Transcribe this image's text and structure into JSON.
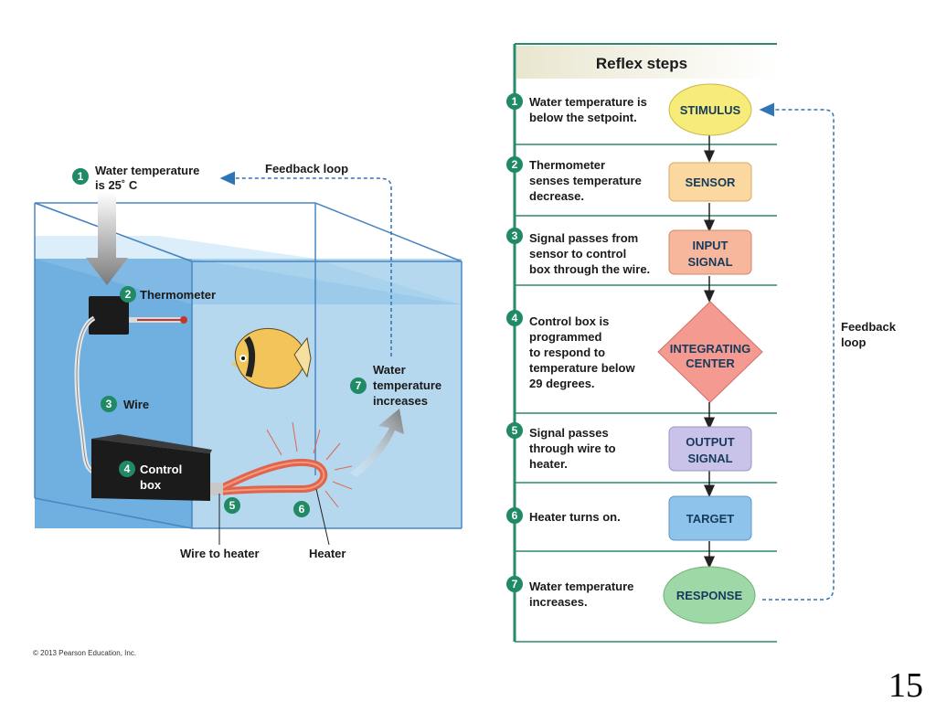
{
  "tank": {
    "step1_line1": "Water temperature",
    "step1_line2": "is 25˚ C",
    "feedback_loop": "Feedback loop",
    "thermometer": "Thermometer",
    "wire": "Wire",
    "control_box_line1": "Control",
    "control_box_line2": "box",
    "water_increase_line1": "Water",
    "water_increase_line2": "temperature",
    "water_increase_line3": "increases",
    "wire_to_heater": "Wire to heater",
    "heater": "Heater",
    "badges": [
      "1",
      "2",
      "3",
      "4",
      "5",
      "6",
      "7"
    ]
  },
  "reflex": {
    "title": "Reflex steps",
    "feedback_line1": "Feedback",
    "feedback_line2": "loop",
    "steps": [
      {
        "num": "1",
        "lines": [
          "Water temperature is",
          "below the setpoint."
        ],
        "box": [
          "STIMULUS"
        ]
      },
      {
        "num": "2",
        "lines": [
          "Thermometer",
          "senses temperature",
          "decrease."
        ],
        "box": [
          "SENSOR"
        ]
      },
      {
        "num": "3",
        "lines": [
          "Signal passes from",
          "sensor to control",
          "box through the wire."
        ],
        "box": [
          "INPUT",
          "SIGNAL"
        ]
      },
      {
        "num": "4",
        "lines": [
          "Control box is",
          "programmed",
          "to respond to",
          "temperature below",
          "29 degrees."
        ],
        "box": [
          "INTEGRATING",
          "CENTER"
        ]
      },
      {
        "num": "5",
        "lines": [
          "Signal passes",
          "through wire to",
          "heater."
        ],
        "box": [
          "OUTPUT",
          "SIGNAL"
        ]
      },
      {
        "num": "6",
        "lines": [
          "Heater turns on."
        ],
        "box": [
          "TARGET"
        ]
      },
      {
        "num": "7",
        "lines": [
          "Water temperature",
          "increases."
        ],
        "box": [
          "RESPONSE"
        ]
      }
    ]
  },
  "footer": {
    "copyright": "© 2013 Pearson Education, Inc.",
    "page_number": "15"
  },
  "colors": {
    "teal": "#2a8a6e",
    "badge": "#1f8a63",
    "stimulus": "#f7ec7a",
    "sensor": "#fbd8a0",
    "input_signal": "#f7b79c",
    "integrating": "#f49a90",
    "output_signal": "#c9c3ea",
    "target": "#8ec3ec",
    "response": "#9fd8a7",
    "dashed": "#2f74b5"
  }
}
